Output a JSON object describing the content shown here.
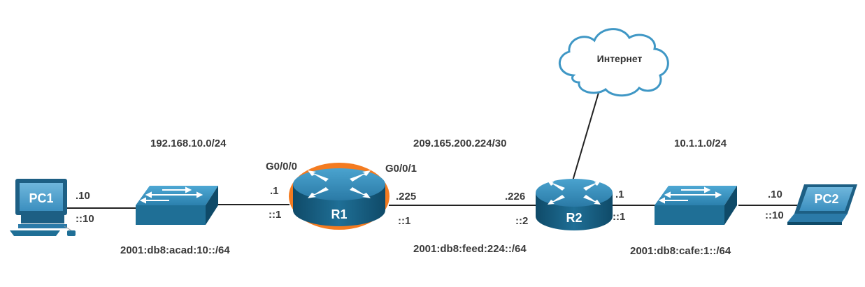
{
  "networks": {
    "lan1_ipv4": "192.168.10.0/24",
    "lan1_ipv6": "2001:db8:acad:10::/64",
    "wan_ipv4": "209.165.200.224/30",
    "wan_ipv6": "2001:db8:feed:224::/64",
    "lan2_ipv4": "10.1.1.0/24",
    "lan2_ipv6": "2001:db8:cafe:1::/64"
  },
  "devices": {
    "pc1": "PC1",
    "pc2": "PC2",
    "r1": "R1",
    "r2": "R2",
    "internet": "Интернет"
  },
  "interfaces": {
    "r1_g000": "G0/0/0",
    "r1_g001": "G0/0/1"
  },
  "addresses": {
    "pc1_v4": ".10",
    "pc1_v6": "::10",
    "r1_lan_v4": ".1",
    "r1_lan_v6": "::1",
    "r1_wan_v4": ".225",
    "r1_wan_v6": "::1",
    "r2_wan_v4": ".226",
    "r2_wan_v6": "::2",
    "r2_lan_v4": ".1",
    "r2_lan_v6": "::1",
    "pc2_v4": ".10",
    "pc2_v6": "::10"
  },
  "colors": {
    "device_blue": "#1f6f96",
    "device_dark": "#0f4a68",
    "highlight": "#f47b20",
    "link": "#222222",
    "cloud_stroke": "#3f97c5"
  },
  "icons": {
    "pc1": "desktop-pc-icon",
    "pc2": "laptop-icon",
    "switch": "switch-icon",
    "router": "router-icon",
    "cloud": "cloud-icon"
  }
}
